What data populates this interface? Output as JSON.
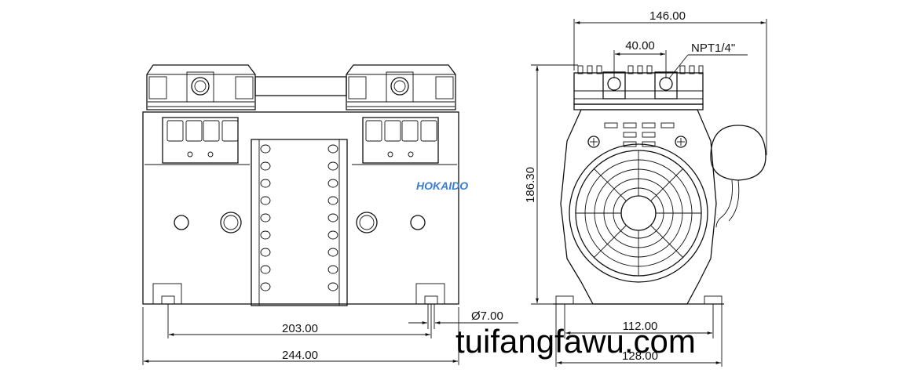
{
  "drawing": {
    "logo_text": "HOKAIDO",
    "watermark": "tuifangfawu.com",
    "front_view": {
      "dim_overall_width": "244.00",
      "dim_mount_spacing": "203.00",
      "dim_hole_diameter": "Ø7.00"
    },
    "side_view": {
      "dim_overall_width": "146.00",
      "dim_port_spacing": "40.00",
      "port_label": "NPT1/4\"",
      "dim_height": "186.30",
      "dim_mount_spacing": "112.00",
      "dim_base_width": "128.00"
    },
    "colors": {
      "line": "#111111",
      "logo": "#3a7bd5",
      "watermark": "#000000"
    }
  }
}
